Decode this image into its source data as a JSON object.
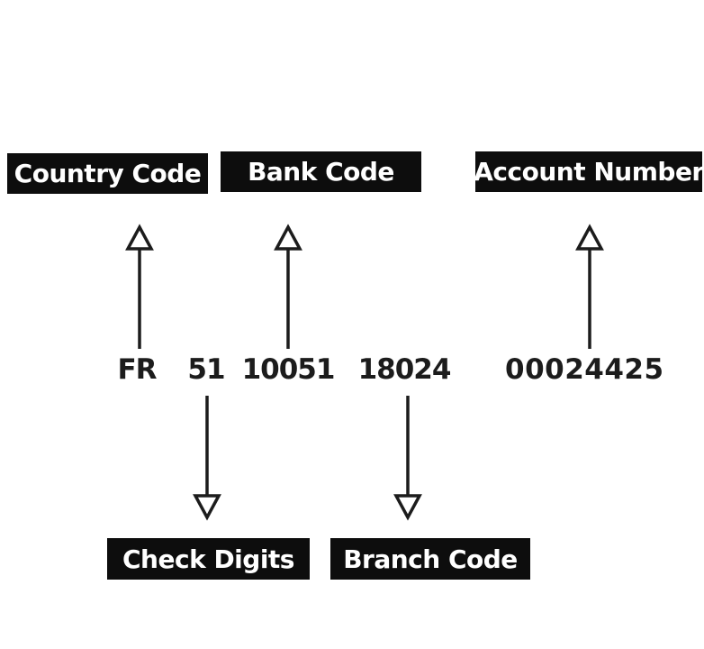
{
  "diagram": {
    "background_color": "#ffffff",
    "label_box_color": "#0d0d0d",
    "label_text_color": "#ffffff",
    "value_text_color": "#1c1c1c",
    "arrow_color": "#1c1c1c",
    "top_labels": [
      {
        "id": "country-code",
        "label": "Country Code"
      },
      {
        "id": "bank-code",
        "label": "Bank Code"
      },
      {
        "id": "account-number",
        "label": "Account Number"
      }
    ],
    "bottom_labels": [
      {
        "id": "check-digits",
        "label": "Check Digits"
      },
      {
        "id": "branch-code",
        "label": "Branch Code"
      }
    ],
    "iban": {
      "country_code": "FR",
      "check_digits": "51",
      "bank_code": "10051",
      "branch_code": "18024",
      "account_number": "00024425"
    }
  }
}
